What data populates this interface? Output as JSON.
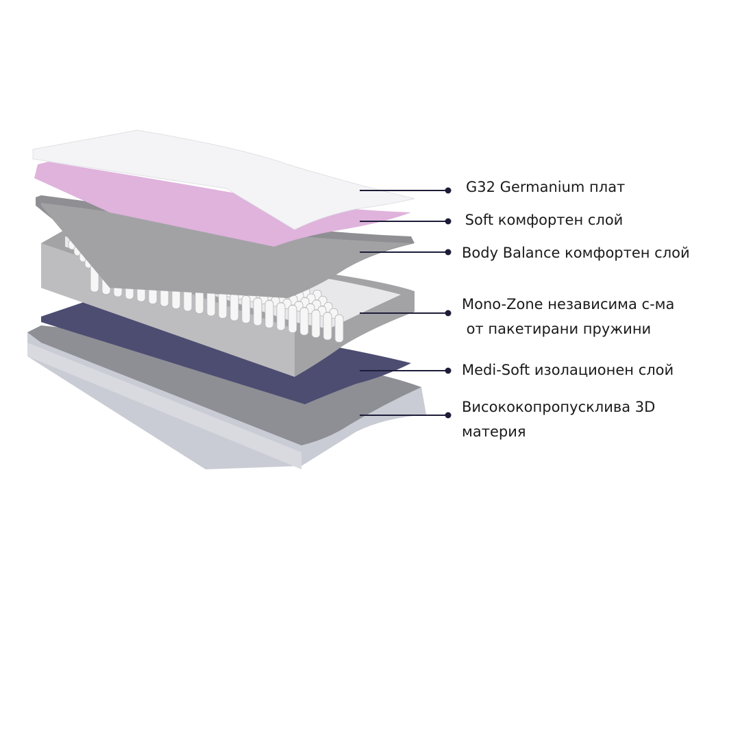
{
  "layers": [
    {
      "label": "G32 Germanium плат",
      "color": "#f4f4f6"
    },
    {
      "label": " Soft комфортен слой",
      "color": "#e3b8e0"
    },
    {
      "label": "Body Balance комфортен слой",
      "color": "#a9a9a9"
    },
    {
      "label": "Mono-Zone независима с-ма\n от пакетирани пружини",
      "color": "#c8c8c8"
    },
    {
      "label": "Medi-Soft изолационен слой",
      "color": "#5a5a7c"
    },
    {
      "label": "Висококопропусклива 3D\nматерия",
      "color": "#b8bcc6"
    }
  ],
  "callout_color": "#1c1c38"
}
